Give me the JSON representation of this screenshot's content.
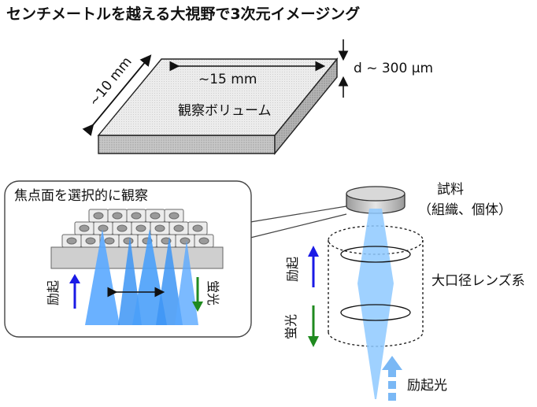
{
  "title": "センチメートルを越える大視野で3次元イメージング",
  "volume": {
    "label": "観察ボリューム",
    "width_label": "~15 mm",
    "depth_label": "~10 mm",
    "thickness_label": "d ~ 300 μm"
  },
  "inset": {
    "title": "焦点面を選択的に観察",
    "excitation_label": "励起",
    "fluorescence_label": "蛍光"
  },
  "setup": {
    "sample_label_line1": "試料",
    "sample_label_line2": "（組織、個体）",
    "lens_label": "大口径レンズ系",
    "excitation_label": "励起",
    "fluorescence_label": "蛍光",
    "excitation_light_label": "励起光"
  },
  "colors": {
    "excitation_arrow": "#1a1ae6",
    "fluorescence_arrow": "#1f8a1f",
    "beam": "#4da6ff",
    "beam_light": "#8ec9ff",
    "excitation_light_arrow": "#7ab8f5"
  }
}
